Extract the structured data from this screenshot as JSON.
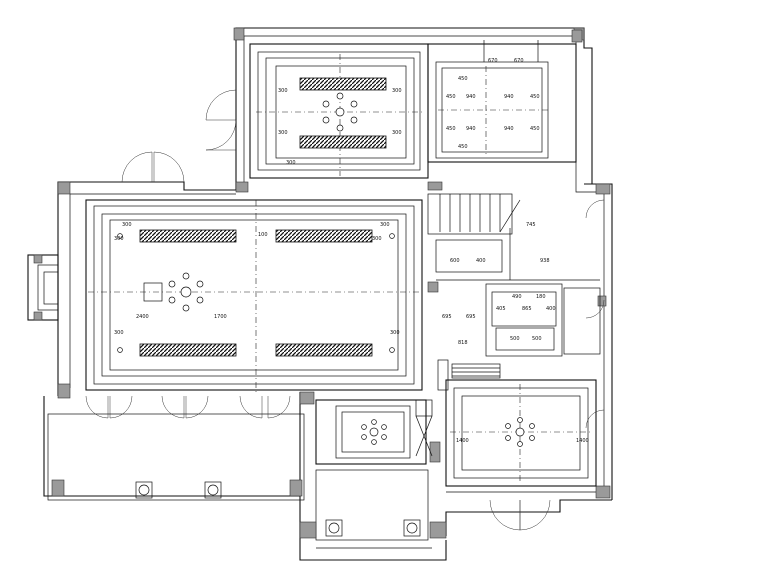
{
  "drawing": {
    "type": "reflected ceiling plan",
    "stroke_color": "#111111",
    "wall_fill_color": "#9a9a9a",
    "background_color": "#ffffff"
  },
  "dimensions": {
    "top_right_room": [
      "670",
      "670",
      "450",
      "450",
      "940",
      "940",
      "450",
      "450",
      "940",
      "940",
      "450",
      "450"
    ],
    "upper_center_room": [
      "300",
      "300",
      "300",
      "300",
      "300"
    ],
    "main_hall": [
      "300",
      "300",
      "100",
      "300",
      "300",
      "300",
      "300",
      "2400",
      "1700"
    ],
    "right_service": [
      "695",
      "695",
      "818",
      "405",
      "865",
      "400",
      "500",
      "500",
      "600",
      "400",
      "490",
      "180",
      "745",
      "938"
    ],
    "lower_right_room": [
      "1400",
      "1400"
    ]
  }
}
